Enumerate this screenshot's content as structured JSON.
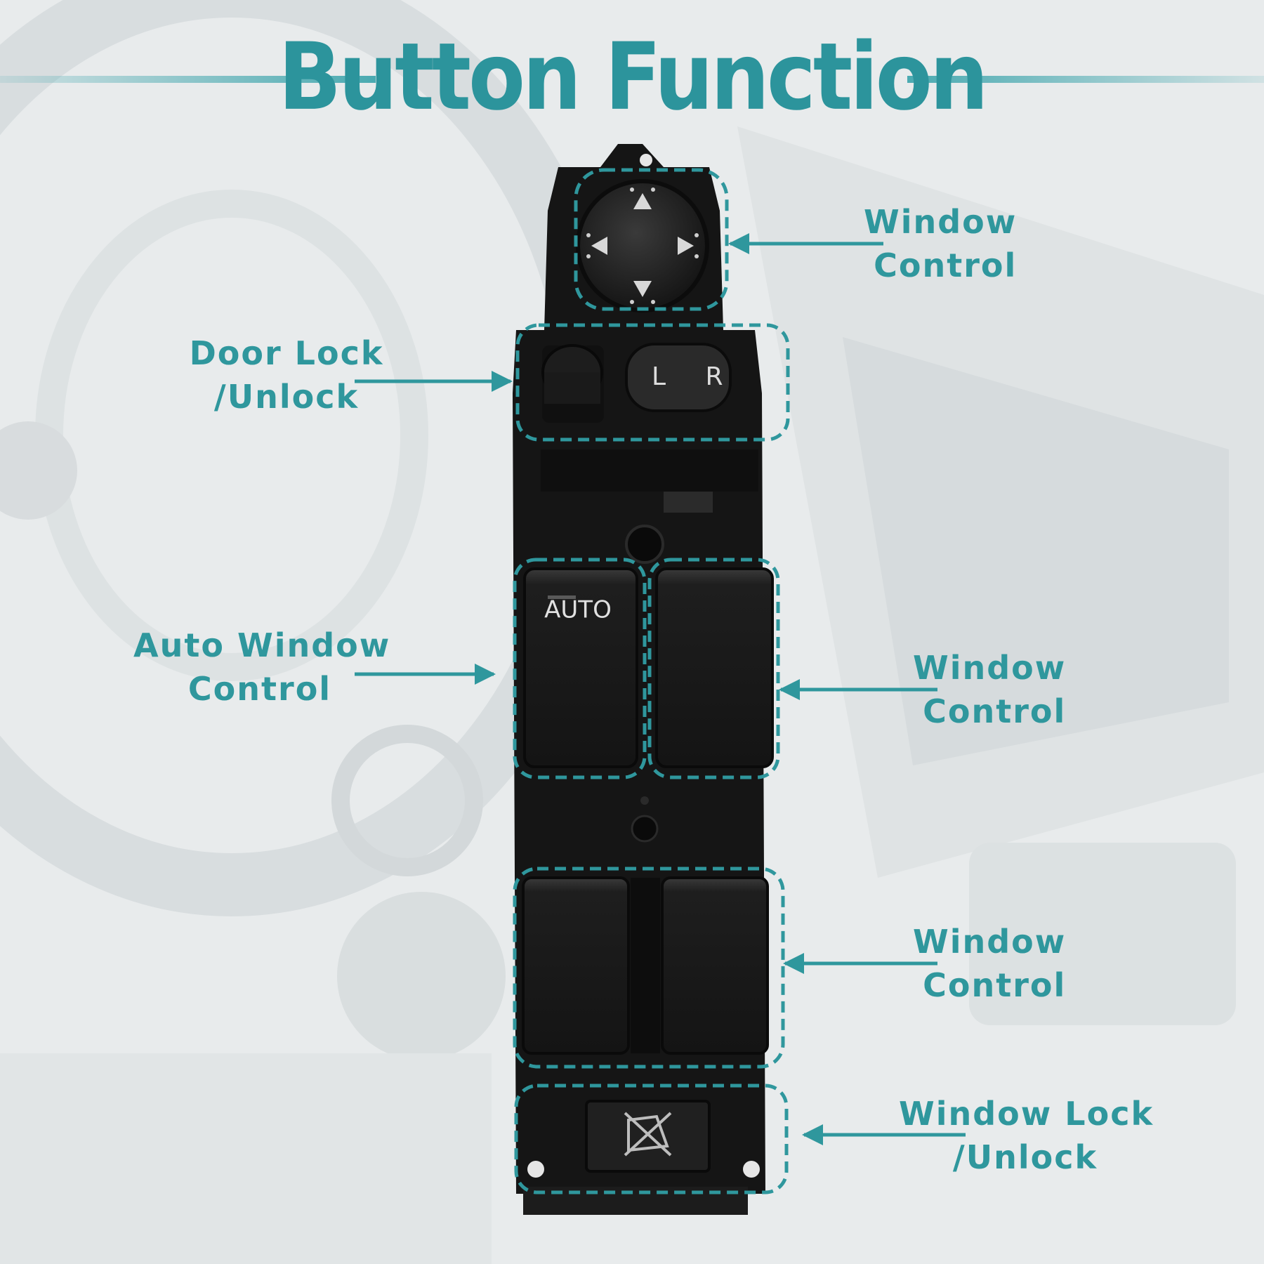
{
  "title": "Button Function",
  "colors": {
    "accent": "#2c949c",
    "panel": "#141414",
    "button": "#1b1b1b"
  },
  "device": {
    "auto_label": "AUTO",
    "left_label": "L",
    "right_label": "R",
    "lock_icon": "window-lock-icon"
  },
  "callouts": {
    "mirror": {
      "line1": "Window",
      "line2": "Control"
    },
    "door_lock": {
      "line1": "Door Lock",
      "line2": "/Unlock"
    },
    "auto_window": {
      "line1": "Auto Window",
      "line2": "Control"
    },
    "front_right": {
      "line1": "Window",
      "line2": "Control"
    },
    "rear": {
      "line1": "Window",
      "line2": "Control"
    },
    "window_lock": {
      "line1": "Window Lock",
      "line2": "/Unlock"
    }
  }
}
